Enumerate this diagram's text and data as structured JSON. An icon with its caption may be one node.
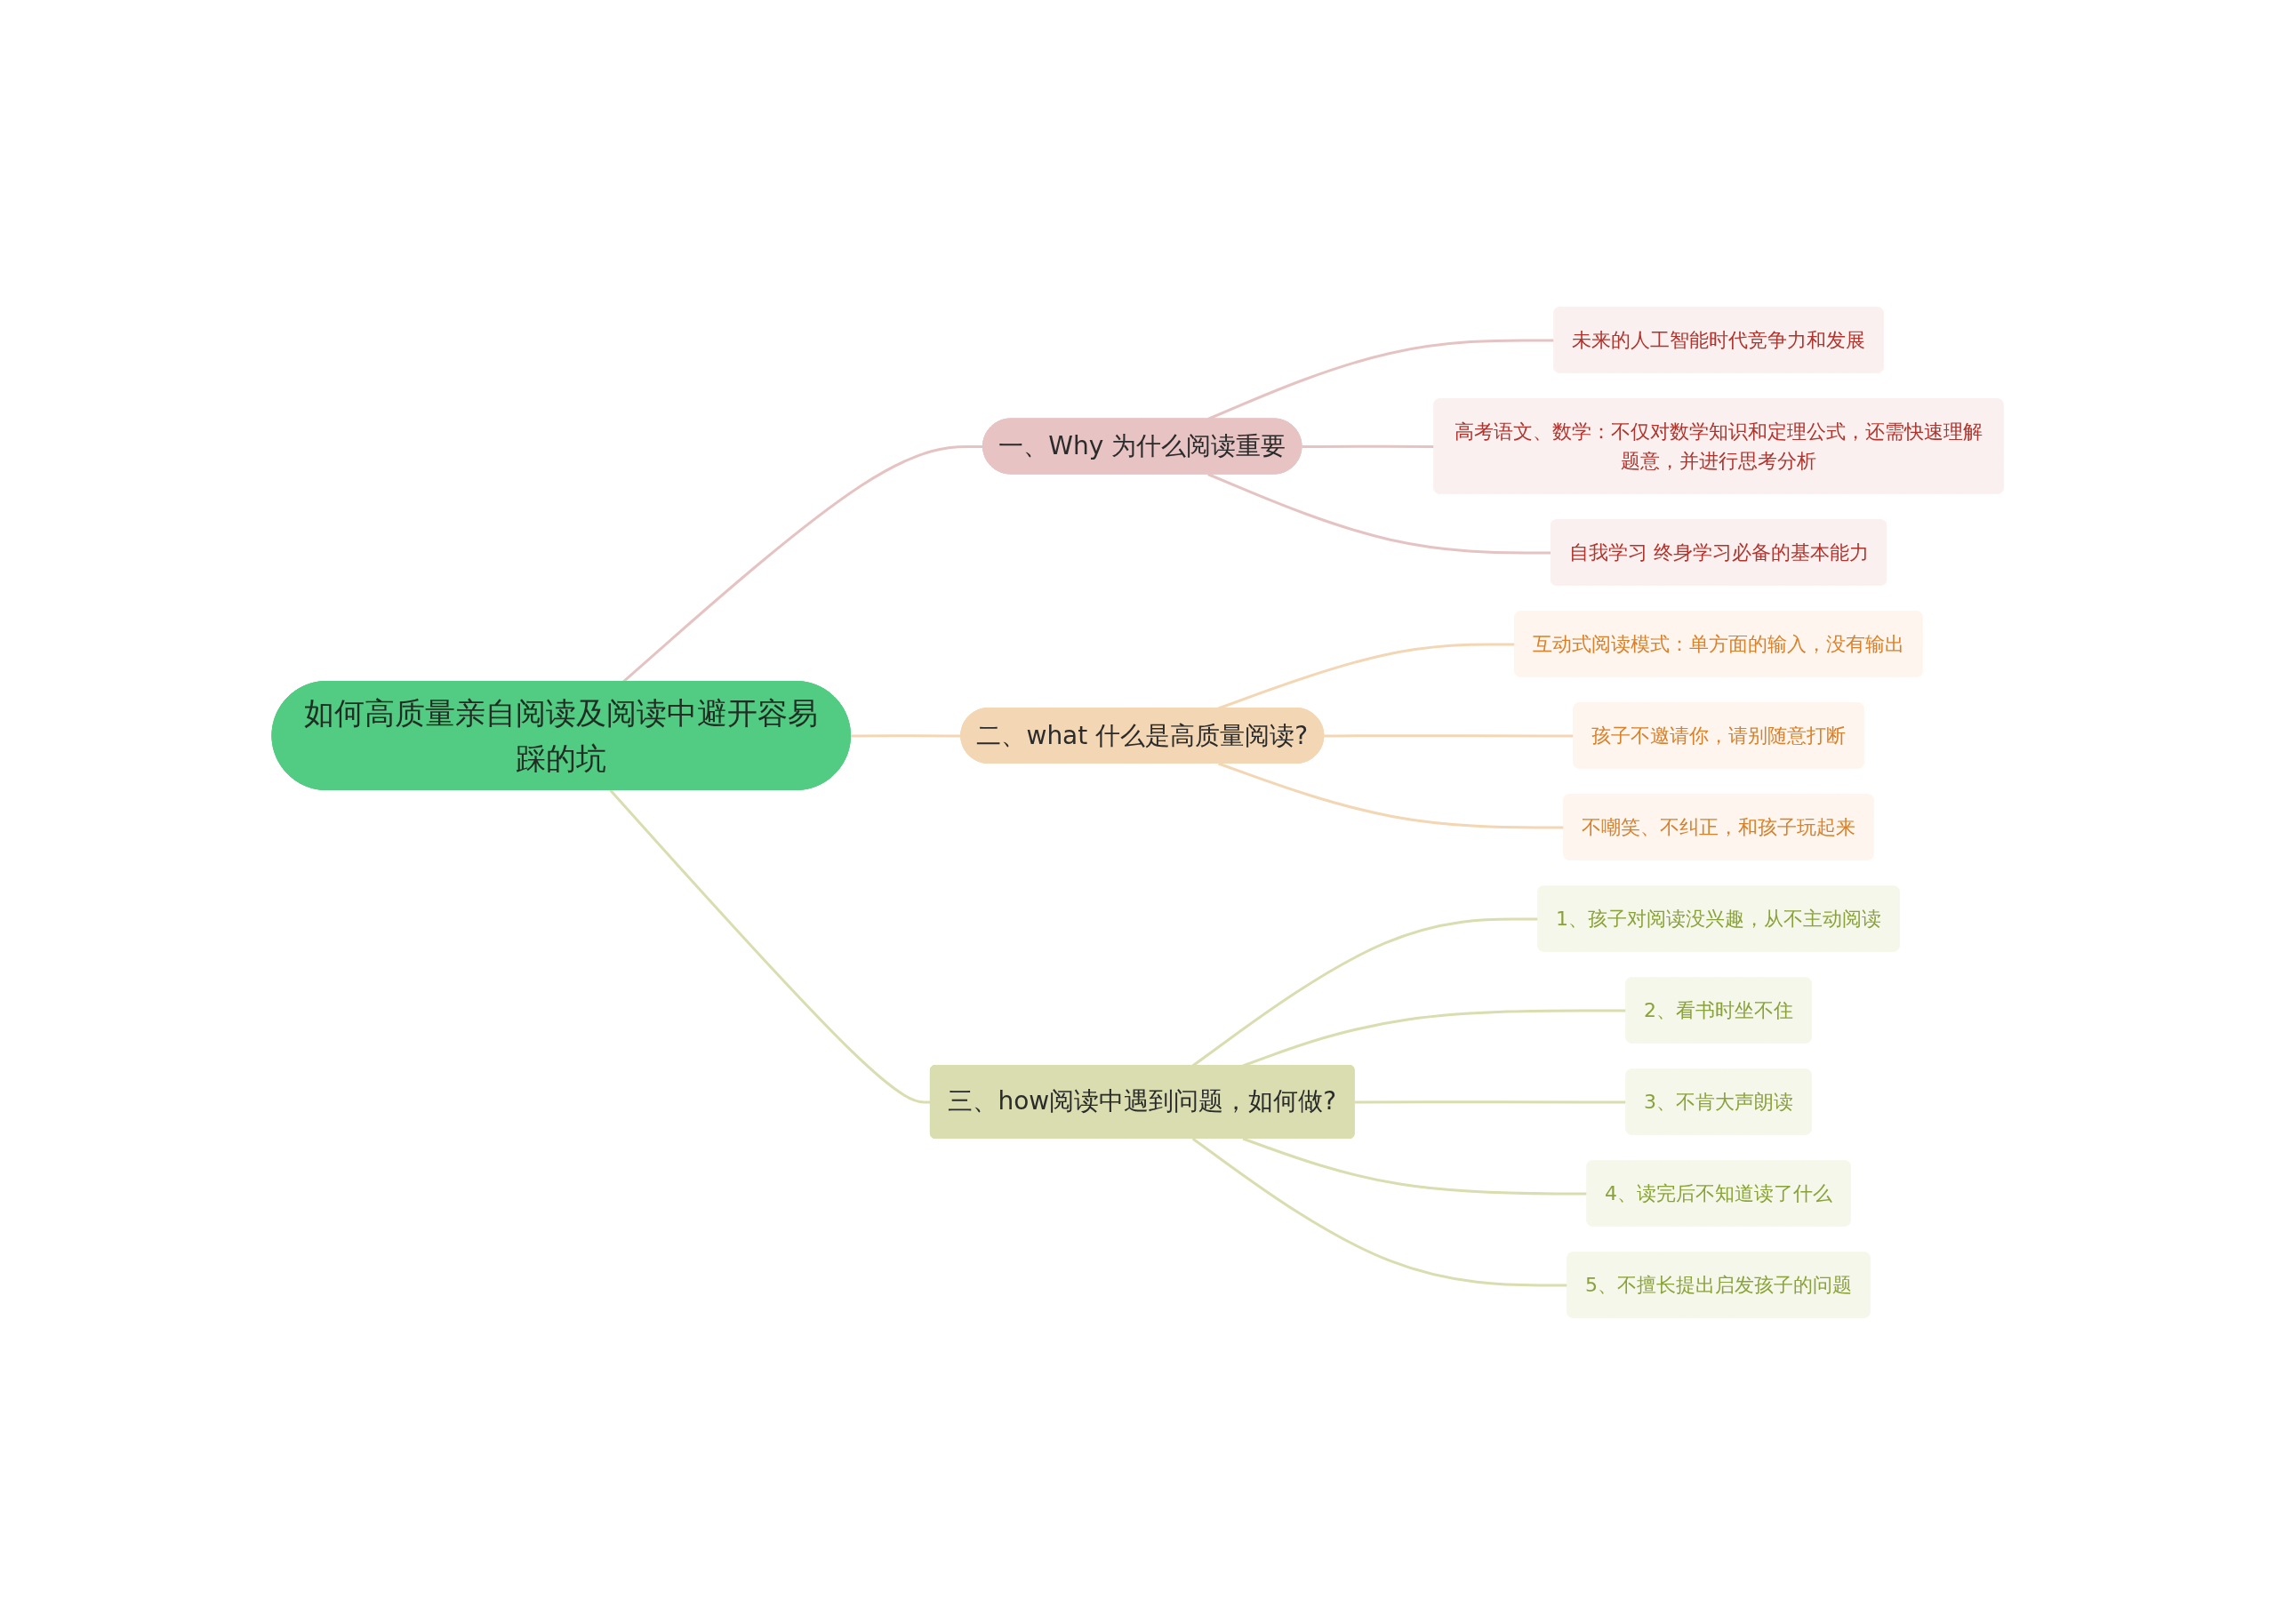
{
  "diagram": {
    "nodes": [
      {
        "text": [
          "如何高质量亲自阅读及阅读中避开容易踩的坑"
        ]
      },
      {
        "text": [
          "一、Why 为什么阅读重要"
        ]
      },
      {
        "text": [
          "未来的人工智能时代竞争力和发展"
        ]
      },
      {
        "text": [
          "高考语文、数学：不仅对数学知识和定理公式，还需快速理解题意，并进行思考分析"
        ]
      },
      {
        "text": [
          "自我学习 终身学习必备的基本能力"
        ]
      },
      {
        "text": [
          "二、what 什么是高质量阅读?"
        ]
      },
      {
        "text": [
          "互动式阅读模式：单方面的输入，没有输出"
        ]
      },
      {
        "text": [
          "孩子不邀请你，请别随意打断"
        ]
      },
      {
        "text": [
          "不嘲笑、不纠正，和孩子玩起来"
        ]
      },
      {
        "text": [
          "三、how阅读中遇到问题，如何做?"
        ]
      },
      {
        "text": [
          "1、孩子对阅读没兴趣，从不主动阅读"
        ]
      },
      {
        "text": [
          "2、看书时坐不住"
        ]
      },
      {
        "text": [
          "3、不肯大声朗读"
        ]
      },
      {
        "text": [
          "4、读完后不知道读了什么"
        ]
      },
      {
        "text": [
          "5、不擅长提出启发孩子的问题"
        ]
      }
    ],
    "edges": [
      {
        "from": 0,
        "to": 1,
        "arrow": "none",
        "color": "#e6c3c3"
      },
      {
        "from": 1,
        "to": 2,
        "arrow": "none",
        "color": "#e6c3c3"
      },
      {
        "from": 1,
        "to": 3,
        "arrow": "none",
        "color": "#e6c3c3"
      },
      {
        "from": 1,
        "to": 4,
        "arrow": "none",
        "color": "#e6c3c3"
      },
      {
        "from": 0,
        "to": 5,
        "arrow": "none",
        "color": "#f3d6b3"
      },
      {
        "from": 5,
        "to": 6,
        "arrow": "none",
        "color": "#f3d6b3"
      },
      {
        "from": 5,
        "to": 7,
        "arrow": "none",
        "color": "#f3d6b3"
      },
      {
        "from": 5,
        "to": 8,
        "arrow": "none",
        "color": "#f3d6b3"
      },
      {
        "from": 0,
        "to": 9,
        "arrow": "none"
      },
      {
        "from": 9,
        "to": 10,
        "arrow": "none"
      },
      {
        "from": 9,
        "to": 11,
        "arrow": "none"
      },
      {
        "from": 9,
        "to": 12,
        "arrow": "none"
      },
      {
        "from": 9,
        "to": 13,
        "arrow": "none"
      },
      {
        "from": 9,
        "to": 14,
        "arrow": "none"
      }
    ]
  }
}
